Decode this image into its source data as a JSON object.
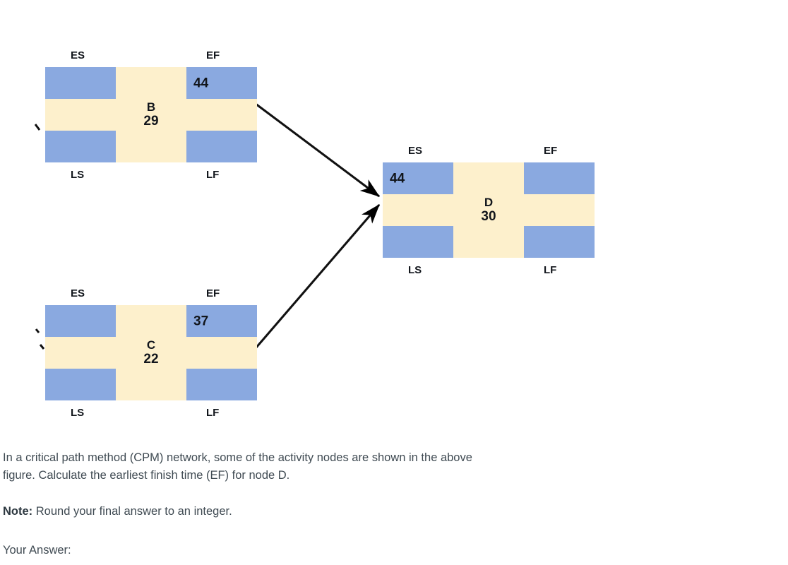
{
  "diagram": {
    "title": "CPM activity node network",
    "colors": {
      "cell_blue": "#8aa9e0",
      "cell_cream": "#fdf0cc",
      "arrow": "#000000",
      "text": "#12161c"
    },
    "captions": {
      "es": "ES",
      "ef": "EF",
      "ls": "LS",
      "lf": "LF"
    },
    "nodes": [
      {
        "id": "b",
        "letter": "B",
        "duration": "29",
        "es": "",
        "ef": "44",
        "ls": "",
        "lf": ""
      },
      {
        "id": "c",
        "letter": "C",
        "duration": "22",
        "es": "",
        "ef": "37",
        "ls": "",
        "lf": ""
      },
      {
        "id": "d",
        "letter": "D",
        "duration": "30",
        "es": "44",
        "ef": "",
        "ls": "",
        "lf": ""
      }
    ],
    "edges": [
      {
        "from": "b",
        "to": "d"
      },
      {
        "from": "c",
        "to": "d"
      }
    ]
  },
  "question": {
    "prompt": "In a critical path method (CPM) network, some of the activity nodes are shown in the above figure. Calculate the earliest finish time (EF) for node D.",
    "note_label": "Note:",
    "note_text": "Round your final answer to an integer.",
    "answer_label": "Your Answer:"
  }
}
